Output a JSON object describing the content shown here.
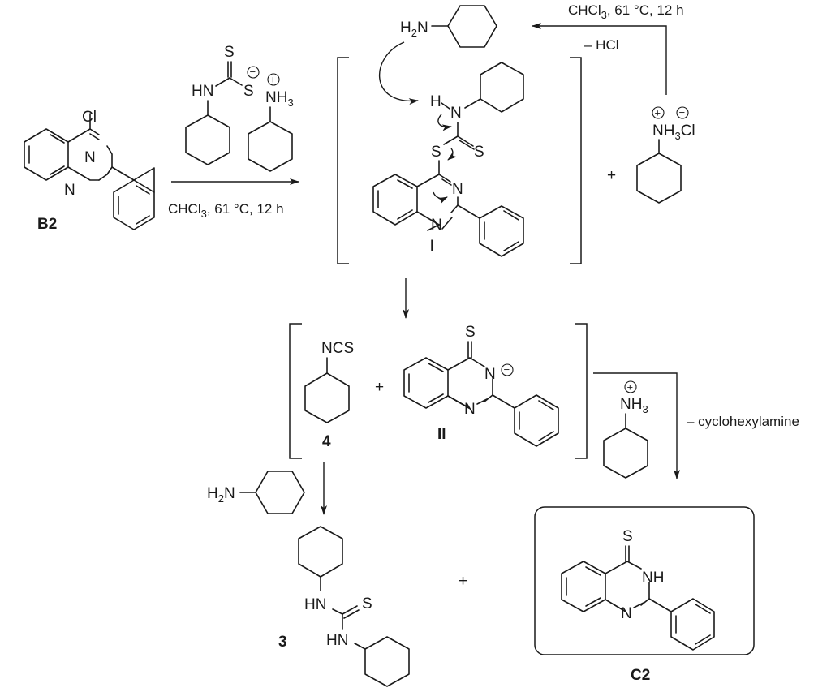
{
  "scheme": {
    "description": "Proposed mechanism for formation of 2-phenylquinazoline-4(3H)-thione from 4-chloro-2-phenylquinazoline and cyclohexylammonium cyclohexyldithiocarbamate",
    "compounds": {
      "B2": {
        "label": "B2",
        "atoms": {
          "cl": "Cl",
          "n1": "N",
          "n3": "N"
        }
      },
      "reagent": {
        "hn": "HN",
        "s_thione": "S",
        "s_anion": "S",
        "nh3": "NH",
        "nh3_sub": "3"
      },
      "amine_top": {
        "h2n": "H",
        "h2n_sub": "2",
        "h2n_n": "N"
      },
      "intermediate_I": {
        "label": "I",
        "h": "H",
        "n": "N",
        "s1": "S",
        "s2": "S",
        "n3": "N",
        "n1": "N"
      },
      "salt": {
        "nh3cl": "NH",
        "sub": "3",
        "cl": "Cl"
      },
      "isothiocyanate_4": {
        "label": "4",
        "ncs": "NCS"
      },
      "anion_II": {
        "label": "II",
        "s": "S",
        "n3": "N",
        "n1": "N"
      },
      "cation": {
        "nh3": "NH",
        "sub": "3"
      },
      "amine_bottom": {
        "h2n": "H",
        "h2n_sub": "2",
        "h2n_n": "N"
      },
      "thiourea_3": {
        "label": "3",
        "hn1": "HN",
        "hn2": "HN",
        "s": "S"
      },
      "product_C2": {
        "label": "C2",
        "s": "S",
        "nh": "NH",
        "n1": "N"
      }
    },
    "conditions": {
      "step1": {
        "pre": "CHCl",
        "sub": "3",
        "post": ", 61 °C, 12 h"
      },
      "recycle": {
        "pre": "CHCl",
        "sub": "3",
        "post": ", 61 °C, 12 h",
        "byproduct": "– HCl"
      },
      "final": {
        "byproduct": "– cyclohexylamine"
      }
    },
    "symbols": {
      "plus": "+",
      "charge_plus": "+",
      "charge_minus": "−"
    }
  }
}
